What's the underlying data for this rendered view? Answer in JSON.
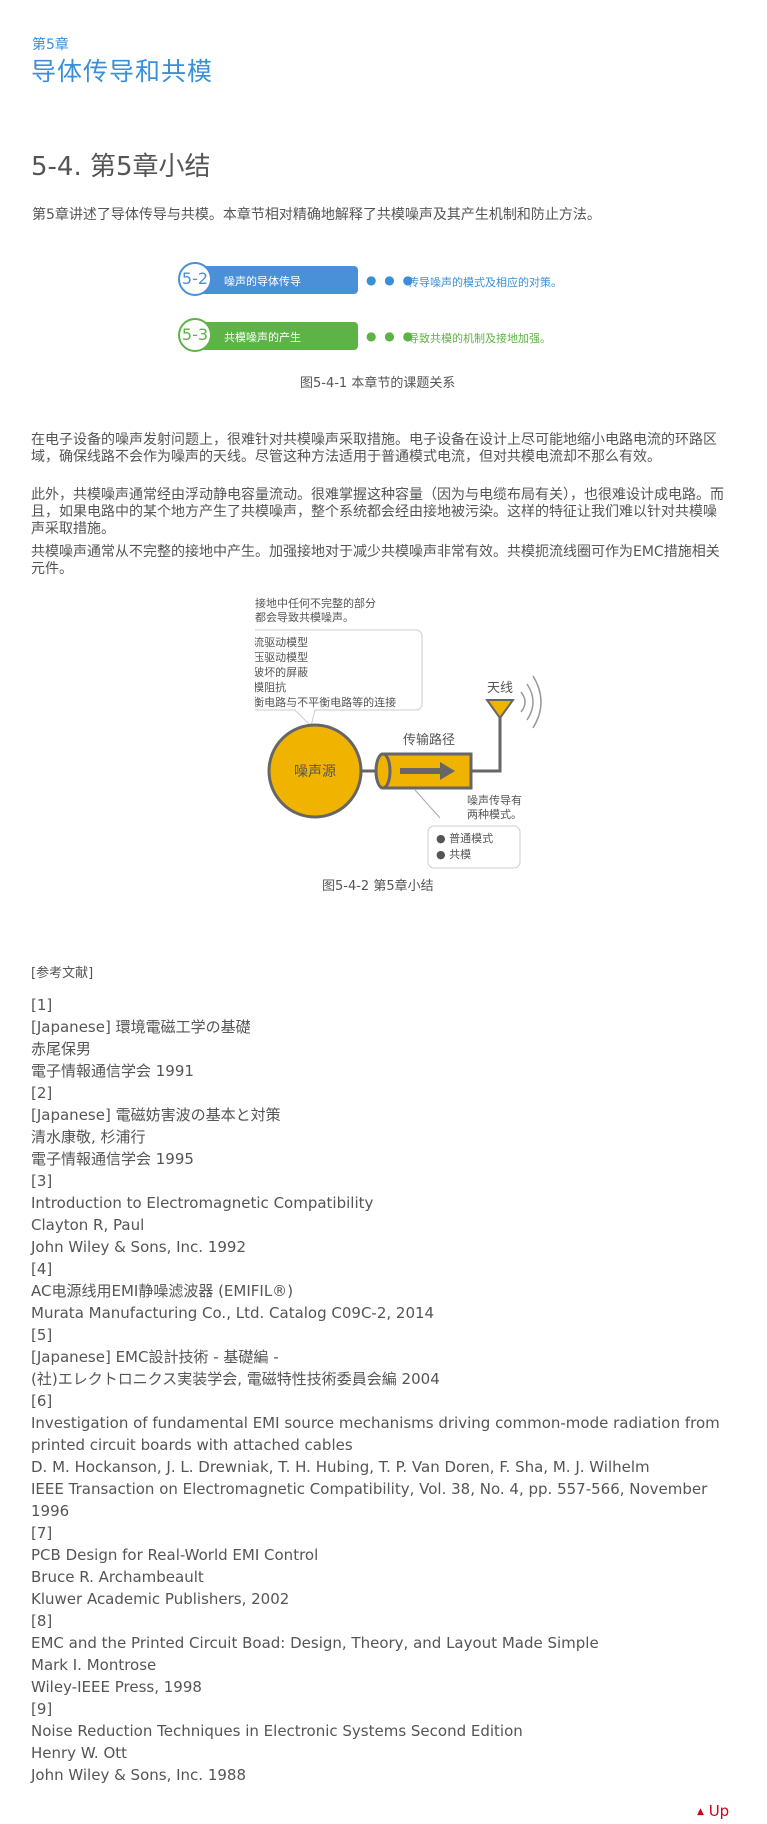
{
  "header": {
    "chapter_number": "第5章",
    "chapter_title": "导体传导和共模"
  },
  "section": {
    "title": "5-4. 第5章小结",
    "intro": "第5章讲述了导体传导与共模。本章节相对精确地解释了共模噪声及其产生机制和防止方法。"
  },
  "figure1": {
    "rows": [
      {
        "badge": "5-2",
        "label": "噪声的导体传导",
        "dots": "● ● ●",
        "desc": "传导噪声的模式及相应的对策。",
        "color": "#4a90d9"
      },
      {
        "badge": "5-3",
        "label": "共模噪声的产生",
        "dots": "● ● ●",
        "desc": "导致共模的机制及接地加强。",
        "color": "#5db346"
      }
    ],
    "caption": "图5-4-1 本章节的课题关系"
  },
  "paragraphs": [
    "在电子设备的噪声发射问题上，很难针对共模噪声采取措施。电子设备在设计上尽可能地缩小电路电流的环路区域，确保线路不会作为噪声的天线。尽管这种方法适用于普通模式电流，但对共模电流却不那么有效。",
    "此外，共模噪声通常经由浮动静电容量流动。很难掌握这种容量（因为与电缆布局有关），也很难设计成电路。而且，如果电路中的某个地方产生了共模噪声，整个系统都会经由接地被污染。这样的特征让我们难以针对共模噪声采取措施。",
    "共模噪声通常从不完整的接地中产生。加强接地对于减少共模噪声非常有效。共模扼流线圈可作为EMC措施相关元件。"
  ],
  "figure2": {
    "note_top": [
      "接地中任何不完整的部分",
      "都会导致共模噪声。"
    ],
    "causes": [
      "电流驱动模型",
      "电压驱动模型",
      "被破坏的屏蔽",
      "共模阻抗",
      "平衡电路与不平衡电路等的连接"
    ],
    "source_label": "噪声源",
    "path_label": "传输路径",
    "antenna_label": "天线",
    "note_bottom": [
      "噪声传导有",
      "两种模式。"
    ],
    "modes": [
      "普通模式",
      "共模"
    ],
    "caption": "图5-4-2 第5章小结",
    "colors": {
      "source": "#f0b400",
      "outline": "#666666",
      "box_border": "#cccccc"
    }
  },
  "references": {
    "heading": "[参考文献]",
    "lines": [
      "[1]",
      "[Japanese] 環境電磁工学の基礎",
      "赤尾保男",
      "電子情報通信学会 1991",
      "[2]",
      "[Japanese] 電磁妨害波の基本と対策",
      "清水康敬, 杉浦行",
      "電子情報通信学会 1995",
      "[3]",
      "Introduction to Electromagnetic Compatibility",
      "Clayton R, Paul",
      "John Wiley & Sons, Inc. 1992",
      "[4]",
      "AC电源线用EMI静噪滤波器 (EMIFIL®)",
      "Murata Manufacturing Co., Ltd. Catalog C09C-2, 2014",
      "[5]",
      "[Japanese] EMC設計技術 - 基礎編 -",
      "(社)エレクトロニクス実装学会, 電磁特性技術委員会編 2004",
      "[6]",
      "Investigation of fundamental EMI source mechanisms driving common-mode radiation from printed circuit boards with attached cables",
      "D. M. Hockanson, J. L. Drewniak, T. H. Hubing, T. P. Van Doren, F. Sha, M. J. Wilhelm",
      "IEEE Transaction on Electromagnetic Compatibility, Vol. 38, No. 4, pp. 557-566, November 1996",
      "[7]",
      "PCB Design for Real-World EMI Control",
      "Bruce R. Archambeault",
      "Kluwer Academic Publishers, 2002",
      "[8]",
      "EMC and the Printed Circuit Boad: Design, Theory, and Layout Made Simple",
      "Mark I. Montrose",
      "Wiley-IEEE Press, 1998",
      "[9]",
      "Noise Reduction Techniques in Electronic Systems Second Edition",
      "Henry W. Ott",
      "John Wiley & Sons, Inc. 1988"
    ]
  },
  "footer": {
    "up_arrow": "▲",
    "up_label": "Up"
  }
}
